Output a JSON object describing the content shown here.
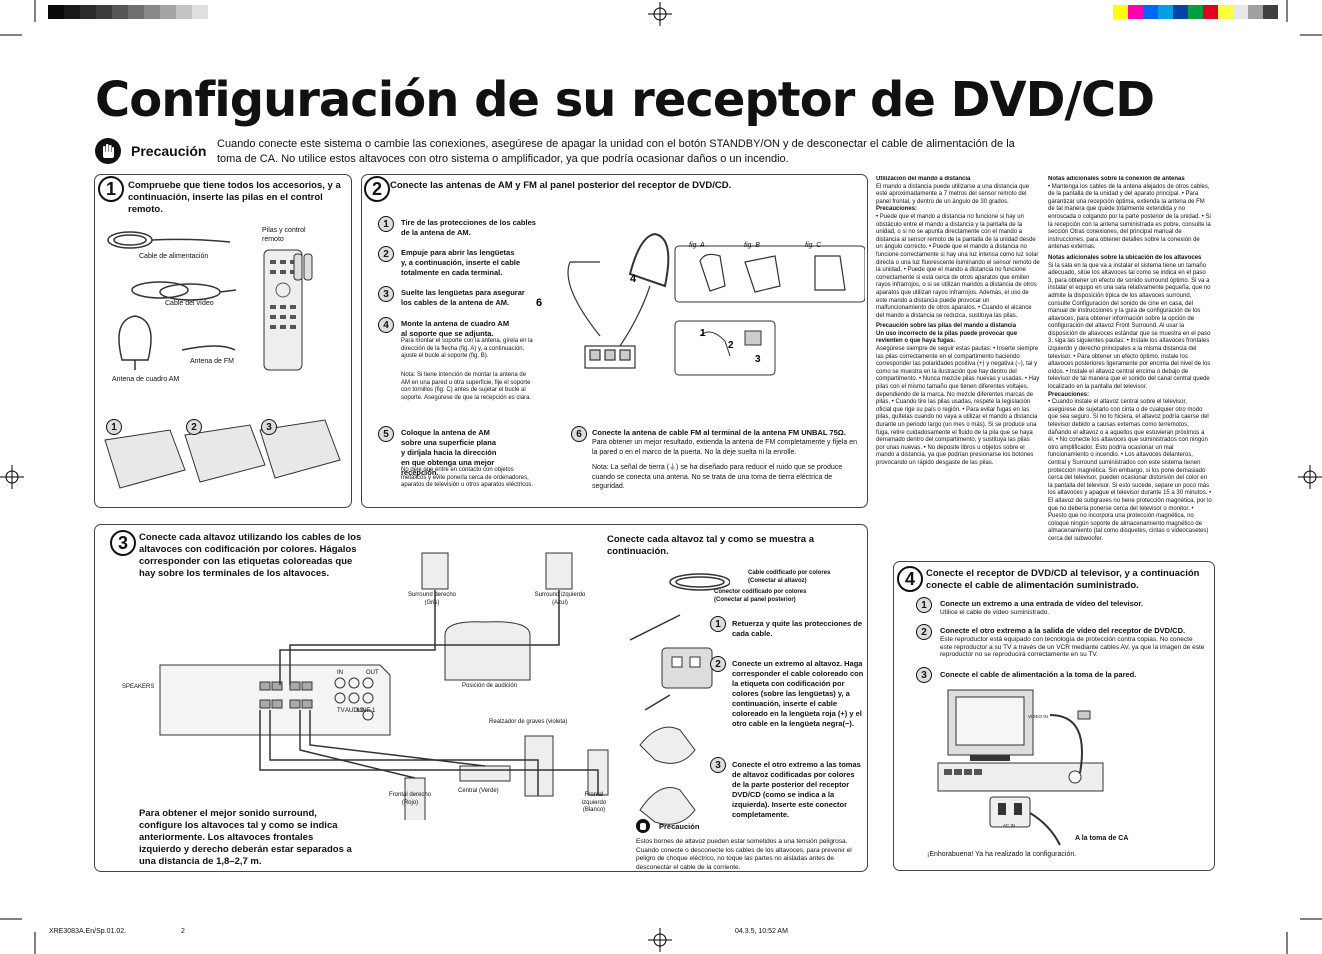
{
  "title": "Configuración de su receptor de DVD/CD",
  "precaution": {
    "label": "Precaución",
    "text": "Cuando conecte este sistema o cambie las conexiones, asegúrese de apagar la unidad con el botón STANDBY/ON y de desconectar el cable de alimentación de la toma de CA. No utilice estos altavoces con otro sistema o amplificador, ya que podría ocasionar daños o un incendio."
  },
  "colors": {
    "bar_gray": [
      "#0a0a0a",
      "#1a1a1a",
      "#2a2a2a",
      "#3b3b3b",
      "#555555",
      "#6e6e6e",
      "#888888",
      "#a5a5a5",
      "#c3c3c3",
      "#e0e0e0"
    ],
    "bar_color": [
      "#ffff00",
      "#ff00aa",
      "#0066ff",
      "#00a0e0",
      "#0044aa",
      "#00a040",
      "#e00020",
      "#ffff40",
      "#e8e8e8",
      "#a0a0a0",
      "#404040"
    ]
  },
  "step1": {
    "num": "1",
    "heading": "Compruebe que tiene todos los accesorios, y a continuación, inserte las pilas en el control remoto.",
    "labels": [
      "Cable de alimentación",
      "Pilas y control remoto",
      "Cable del vídeo",
      "Antena de cuadro AM",
      "Antena de FM"
    ],
    "sub": [
      "1",
      "2",
      "3"
    ]
  },
  "step2": {
    "num": "2",
    "heading": "Conecte las antenas de AM y FM al panel posterior del receptor de DVD/CD.",
    "items": [
      {
        "n": "1",
        "h": "Tire de las protecciones de los cables de la antena de AM."
      },
      {
        "n": "2",
        "h": "Empuje para abrir las lengüetas y, a continuación, inserte el cable totalmente en cada terminal."
      },
      {
        "n": "3",
        "h": "Suelte las lengüetas para asegurar los cables de la antena de AM."
      },
      {
        "n": "4",
        "h": "Monte la antena de cuadro AM al soporte que se adjunta.",
        "t": "Para montar el soporte con la antena, gírela en la dirección de la flecha (fig. A) y, a continuación, ajuste el bucle al soporte (fig. B).",
        "note": "Nota: Si tiene intención de montar la antena de AM en una pared u otra superficie, fije el soporte con tornillos (fig. C) antes de sujetar el bucle al soporte. Asegúrese de que la recepción es clara."
      },
      {
        "n": "5",
        "h": "Coloque la antena de AM sobre una superficie plana y diríjala hacia la dirección en que obtenga una mejor recepción.",
        "t": "No deje que entre en contacto con objetos metálicos y evite ponerla cerca de ordenadores, aparatos de televisión u otros aparatos eléctricos."
      },
      {
        "n": "6",
        "h": "Conecte la antena de cable FM al terminal de la antena FM UNBAL 75Ω.",
        "t": "Para obtener un mejor resultado, extienda la antena de FM completamente y fíjela en la pared o en el marco de la puerta.  No la deje suelta ni la enrolle.",
        "note": "Nota: La señal de tierra (⏚) se ha diseñado para reducir el ruido que se produce cuando se conecta una antena. No se trata de una toma de tierra eléctrica de seguridad."
      }
    ],
    "figs": [
      "fig. A",
      "fig. B",
      "fig. C"
    ]
  },
  "notes": {
    "remote_title": "Utilización del mando a distancia",
    "remote_body": "El mando a distancia puede utilizarse a una distancia que esté aproximadamente a 7 metros del sensor remoto del panel frontal, y dentro de un ángulo de 30 grados.",
    "prec_head": "Precauciones:",
    "remote_prec": "• Puede que el mando a distancia no funcione si hay un obstáculo entre el mando a distancia y la pantalla de la unidad, o si no se apunta directamente con el mando a distancia al sensor remoto de la pantalla de la unidad desde un ángulo correcto. • Puede que el mando a distancia no funcione correctamente si hay una luz intensa como luz solar directa o una luz fluorescente iluminando el sensor remoto de la unidad. • Puede que el mando a distancia no funcione correctamente si está cerca de otros aparatos que emiten rayos infrarrojos, o si se utilizan mandos a distancia de otros aparatos que utilizan rayos infrarrojos. Además, el uso de este mando a distancia puede provocar un malfuncionamiento de otros aparatos. • Cuando el alcance del mando a distancia se reduzca, sustituya las pilas.",
    "batt_title": "Precaución sobre las pilas del mando a distancia",
    "batt_sub": "Un uso incorrecto de la pilas puede provocar que revienten o que haya fugas.",
    "batt_body": "Asegúrese siempre de seguir estas pautas: • Inserte siempre las pilas correctamente en el compartimento haciendo corresponder las polaridades positiva (+) y negativa (−), tal y como se muestra en la ilustración que hay dentro del compartimento. • Nunca mezcle pilas nuevas y usadas. • Hay pilas con el mismo tamaño que tienen diferentes voltajes, dependiendo de la marca. No mezcle diferentes marcas de pilas. • Cuando tire las pilas usadas, respete la legislación oficial que rige su país o región. • Para evitar fugas en las pilas, quítelas cuando no vaya a utilizar el mando a distancia durante un periodo largo (un mes o más). Si se produce una fuga, retire cuidadosamente el fluido de la pila que se haya derramado dentro del compartimento, y sustituya las pilas por unas nuevas. • No deposite libros u objetos sobre el mando a distancia, ya que podrían presionarse los botones provocando un rápido desgaste de las pilas.",
    "ant_title": "Notas adicionales sobre la conexión de antenas",
    "ant_body": "• Mantenga los cables de la antena alejados de otros cables, de la pantalla de la unidad y del aparato principal. • Para garantizar una recepción óptima, extienda la antena de FM de tal manera que quede totalmente extendida y no enroscada o colgando por la parte posterior de la unidad. • Si la recepción con la antena suministrada es pobre, consulte la sección Otras conexiones, del principal manual de instrucciones, para obtener detalles sobre la conexión de antenas externas.",
    "spk_title": "Notas adicionales sobre la ubicación de los altavoces",
    "spk_body": "Si la sala en la que va a instalar el sistema tiene un tamaño adecuado, sitúe los altavoces tal como se indica en el paso 3, para obtener un efecto de sonido surround óptimo. Si va a instalar el equipo en una sala relativamente pequeña, que no admite la disposición típica de los altavoces surround, consulte Configuración del sonido de cine en casa, del manual de instrucciones y la guía de configuración de los altavoces, para obtener información sobre la opción de configuración del altavoz Front Surround. Al usar la disposición de altavoces estándar que se muestra en el paso 3, siga las siguientes pautas: • Instale los altavoces frontales izquierdo y derecho principales a la misma distancia del televisor. • Para obtener un efecto óptimo, instale los altavoces posteriores ligeramente por encima del nivel de los oídos. • Instale el altavoz central encima o debajo de televisor de tal manera que el sonido del canal central quede localizado en la pantalla del televisor.",
    "spk_prec": "• Cuando instale el altavoz central sobre el televisor, asegúrese de sujetarlo con cinta o de cualquier otro modo que sea seguro. Si no lo hiciera, el altavoz podría caerse del televisor debido a causas externas como terremotos, dañando el altavoz o a aquellos que estuvieran próximos a él. • No conecte los altavoces que suministrados con ningún otro amplificador. Esto podría ocasionar un mal funcionamiento o incendio. • Los altavoces delanteros, central y Surround suministrados con este sistema tienen protección magnética. Sin embargo, si los pone demasiado cerca del televisor, pueden ocasionar distorsión del color en la pantalla del televisor. Si esto sucede, separe un poco más los altavoces y apague el televisor durante 15 a 30 minutos. • El altavoz de subgraves no tiene protección magnética, por lo que no debería ponerse cerca del televisor o monitor. • Puesto que no incorpora una protección magnética, no coloque ningún soporte de almacenamiento magnético de almacenamiento (tal como disquetes, cintas o videocasetes) cerca del subwoofer."
  },
  "step3": {
    "num": "3",
    "heading": "Conecte cada altavoz utilizando los cables de los altavoces con codificación por colores. Hágalos corresponder con las etiquetas coloreadas que hay sobre los terminales de los altavoces.",
    "right_heading": "Conecte cada altavoz tal y como se muestra a continuación.",
    "labels": {
      "sr": "Surround derecho (Gris)",
      "sl": "Surround izquierdo (Azul)",
      "listen": "Posición de audición",
      "sub": "Realzador de graves (violeta)",
      "fr": "Frontal derecho (Rojo)",
      "c": "Central (Verde)",
      "fl": "Frontal izquierdo (Blanco)",
      "cable": "Cable codificado por colores (Conectar al altavoz)",
      "conn": "Conector codificado por colores (Conectar al panel posterior)",
      "panel_speakers": "SPEAKERS",
      "panel_tv": "TV",
      "panel_audio": "AUDIO",
      "panel_line": "LINE 1",
      "panel_in": "IN",
      "panel_out": "OUT"
    },
    "bottom": "Para obtener el mejor sonido surround, configure los altavoces tal y como se indica anteriormente. Los altavoces frontales izquierdo y derecho deberán estar separados a una distancia de 1,8–2,7 m.",
    "items": [
      {
        "n": "1",
        "h": "Retuerza y quite las protecciones de cada cable."
      },
      {
        "n": "2",
        "h": "Conecte un extremo al altavoz. Haga corresponder el cable coloreado con la etiqueta con codificación por colores (sobre las lengüetas) y, a continuación, inserte el cable coloreado en la lengüeta roja (+) y el otro cable en la lengüeta negra(−)."
      },
      {
        "n": "3",
        "h": "Conecte el otro extremo a las tomas de altavoz codificadas por colores de la parte posterior del receptor DVD/CD (como se indica a la izquierda). Inserte este conector completamente."
      }
    ],
    "caution_label": "Precaución",
    "caution": "Estos bornes de altavoz pueden estar sometidos a una tensión peligrosa. Cuando conecte o desconecte los cables de los altavoces, para prevenir el peligro de choque eléctrico, no toque las partes no aisladas antes de desconectar el cable de la corriente."
  },
  "step4": {
    "num": "4",
    "heading": "Conecte el receptor de DVD/CD al televisor, y a continuación conecte el cable de alimentación suministrado.",
    "items": [
      {
        "n": "1",
        "h": "Conecte un extremo a una entrada de vídeo del televisor.",
        "t": "Utilice el cable de vídeo suministrado."
      },
      {
        "n": "2",
        "h": "Conecte el otro extremo a la salida de vídeo del receptor de DVD/CD.",
        "t": "Este reproductor está equipado con tecnología de protección contra copias. No conecte este reproductor a su TV a través de un VCR mediante cables AV, ya que la imagen de este reproductor no se reproducirá correctamente en su TV."
      },
      {
        "n": "3",
        "h": "Conecte el cable de alimentación a la toma de la pared."
      }
    ],
    "ac_label": "A la toma de CA",
    "ac_in": "AC IN",
    "video_in": "VIDEO IN",
    "done": "¡Enhorabuena! Ya ha realizado la configuración."
  },
  "footer": {
    "left": "XRE3083A.En/Sp.01.02.",
    "page": "2",
    "right": "04.3.5, 10:52 AM"
  }
}
